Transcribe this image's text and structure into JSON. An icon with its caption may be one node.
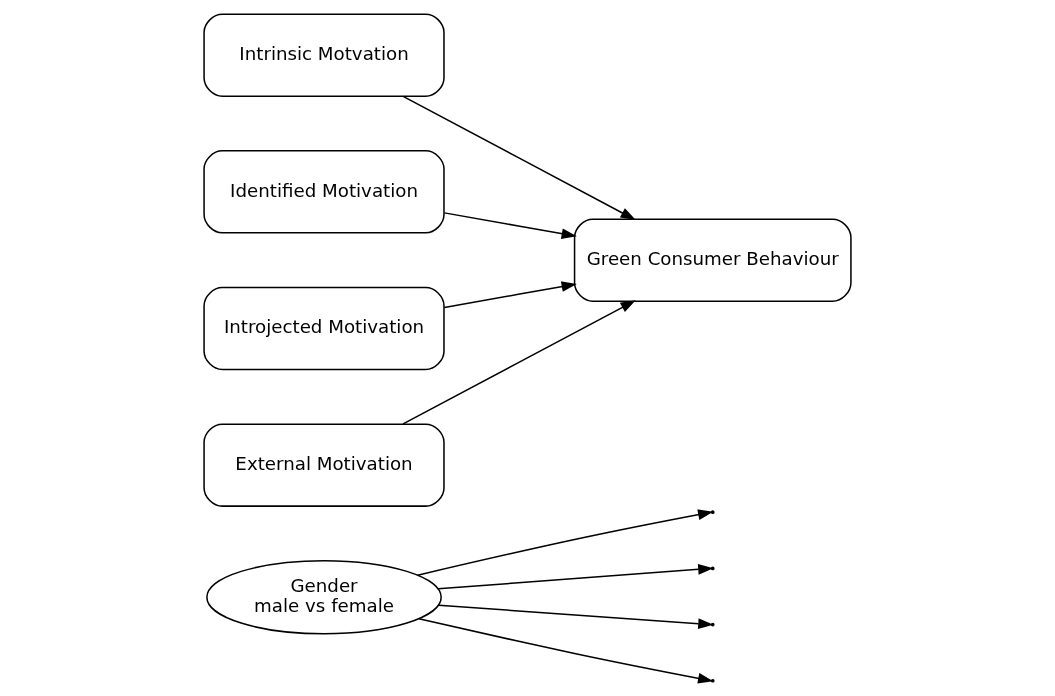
{
  "diagram": {
    "nodes": [
      {
        "text": [
          "Gender",
          "male vs female"
        ]
      },
      {
        "text": [
          "Intrinsic Motvation"
        ]
      },
      {
        "text": [
          "Identified Motivation"
        ]
      },
      {
        "text": [
          "Introjected Motivation"
        ]
      },
      {
        "text": [
          "External Motivation"
        ]
      },
      {
        "text": [
          "Green Consumer Behaviour"
        ]
      }
    ],
    "edges": [
      {
        "from": 1,
        "to": 5,
        "arrow": "to"
      },
      {
        "from": 2,
        "to": 5,
        "arrow": "to"
      },
      {
        "from": 3,
        "to": 5,
        "arrow": "to"
      },
      {
        "from": 4,
        "to": 5,
        "arrow": "to"
      },
      {
        "from": 0,
        "to": null,
        "arrow": "to"
      },
      {
        "from": 0,
        "to": null,
        "arrow": "to"
      },
      {
        "from": 0,
        "to": null,
        "arrow": "to"
      },
      {
        "from": 0,
        "to": null,
        "arrow": "to"
      }
    ]
  }
}
